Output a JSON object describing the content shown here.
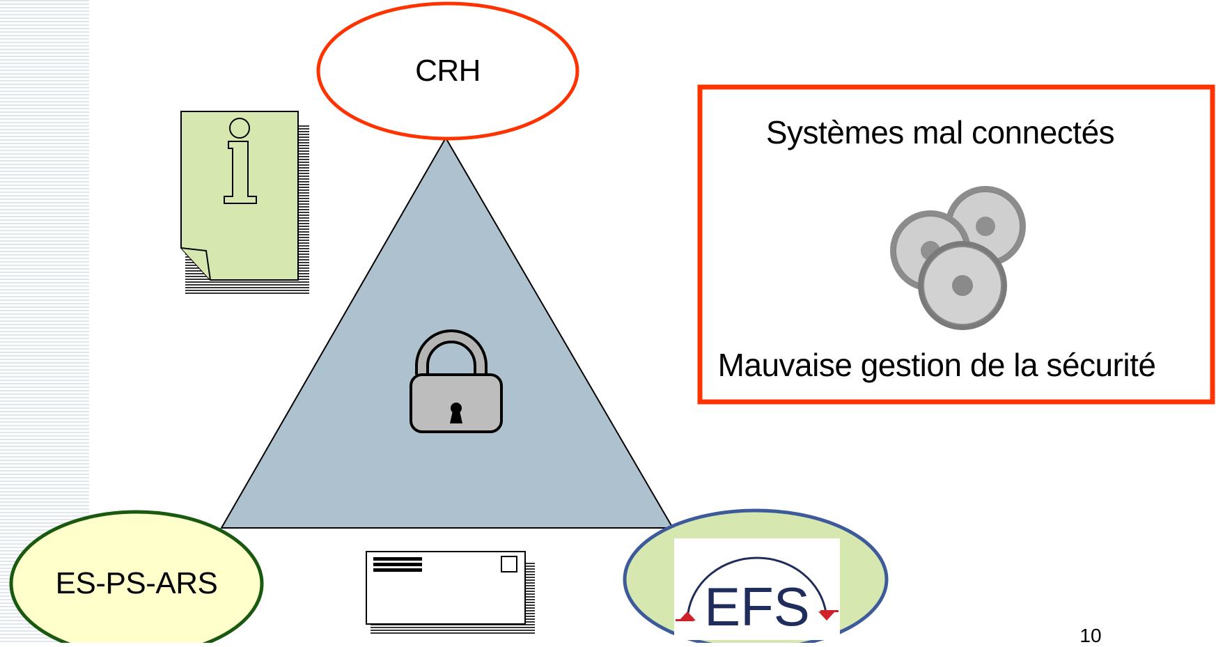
{
  "nodes": {
    "top": "CRH",
    "bottom_left": "ES-PS-ARS",
    "bottom_right_logo": "EFS"
  },
  "problems_box": {
    "line1": "Systèmes mal connectés",
    "line2": "Mauvaise gestion de la sécurité"
  },
  "slide_number": "10",
  "colors": {
    "crh_border": "#ff3300",
    "es_border": "#1a5a10",
    "es_fill": "#ffffcc",
    "efs_border": "#3d5b9a",
    "efs_fill": "#d6e8b0",
    "triangle_fill": "#adc1cf",
    "box_border": "#ff3300",
    "document_fill": "#d6e8b0"
  },
  "icons": {
    "document": "info-document-icon",
    "padlock": "padlock-icon",
    "envelope": "envelope-icon",
    "gears": "gears-icon"
  }
}
